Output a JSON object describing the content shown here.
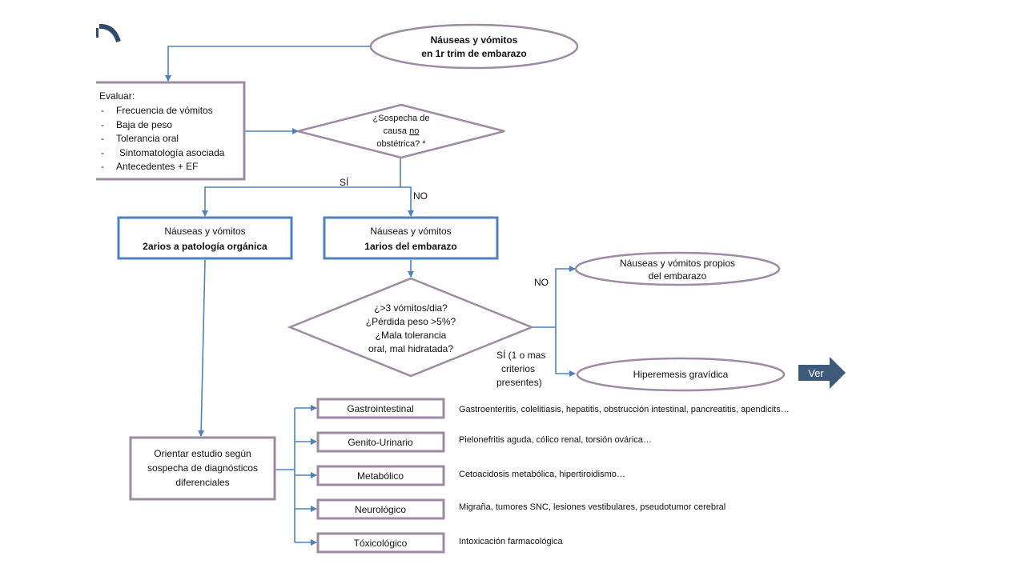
{
  "start": {
    "line1": "Náuseas y vómitos",
    "line2": "en 1r trim de embarazo"
  },
  "evaluate": {
    "title": "Evaluar:",
    "items": [
      "Frecuencia de vómitos",
      "Baja de peso",
      "Tolerancia oral",
      "Sintomatología asociada",
      "Antecedentes + EF"
    ],
    "bullet": "-"
  },
  "decision1": {
    "line1": "¿Sospecha de",
    "line2a": "causa ",
    "line2b": "no",
    "line3": "obstétrica? *"
  },
  "labels": {
    "si1": "SÍ",
    "no1": "NO",
    "no2": "NO",
    "si2_l1": "SÍ (1 o mas",
    "si2_l2": "criterios",
    "si2_l3": "presentes)"
  },
  "secondary": {
    "line1": "Náuseas y vómitos",
    "line2": "2arios a patología orgánica"
  },
  "primary": {
    "line1": "Náuseas y vómitos",
    "line2": "1arios  del embarazo"
  },
  "decision2": {
    "lines": [
      "¿>3 vómitos/dia?",
      "¿Pérdida peso >5%?",
      "¿Mala tolerancia",
      "oral, mal hidratada?"
    ]
  },
  "own": {
    "line1": "Náuseas y vómitos propios",
    "line2": "del embarazo"
  },
  "hyper": {
    "label": "Hiperemesis gravídica"
  },
  "ver_button": {
    "label": "Ver"
  },
  "study": {
    "lines": [
      "Orientar estudio según",
      "sospecha de diagnósticos",
      "diferenciales"
    ]
  },
  "categories": [
    {
      "name": "Gastrointestinal",
      "desc": "Gastroenteritis, colelitiasis, hepatitis, obstrucción intestinal, pancreatitis, apendicits…"
    },
    {
      "name": "Genito-Urinario",
      "desc": "Pielonefritis aguda, cólico renal, torsión ovárica…"
    },
    {
      "name": "Metabólico",
      "desc": "Cetoacidosis metabólica, hipertiroidismo…"
    },
    {
      "name": "Neurológico",
      "desc": "Migraña, tumores SNC, lesiones vestibulares, pseudotumor cerebral"
    },
    {
      "name": "Tóxicológico",
      "desc": "Intoxicación farmacológica"
    }
  ],
  "colors": {
    "connector": "#4f81bd",
    "shape_border": "#9e8aa3",
    "blue_box": "#4f81bd",
    "ver_fill": "#3e5a7a"
  }
}
